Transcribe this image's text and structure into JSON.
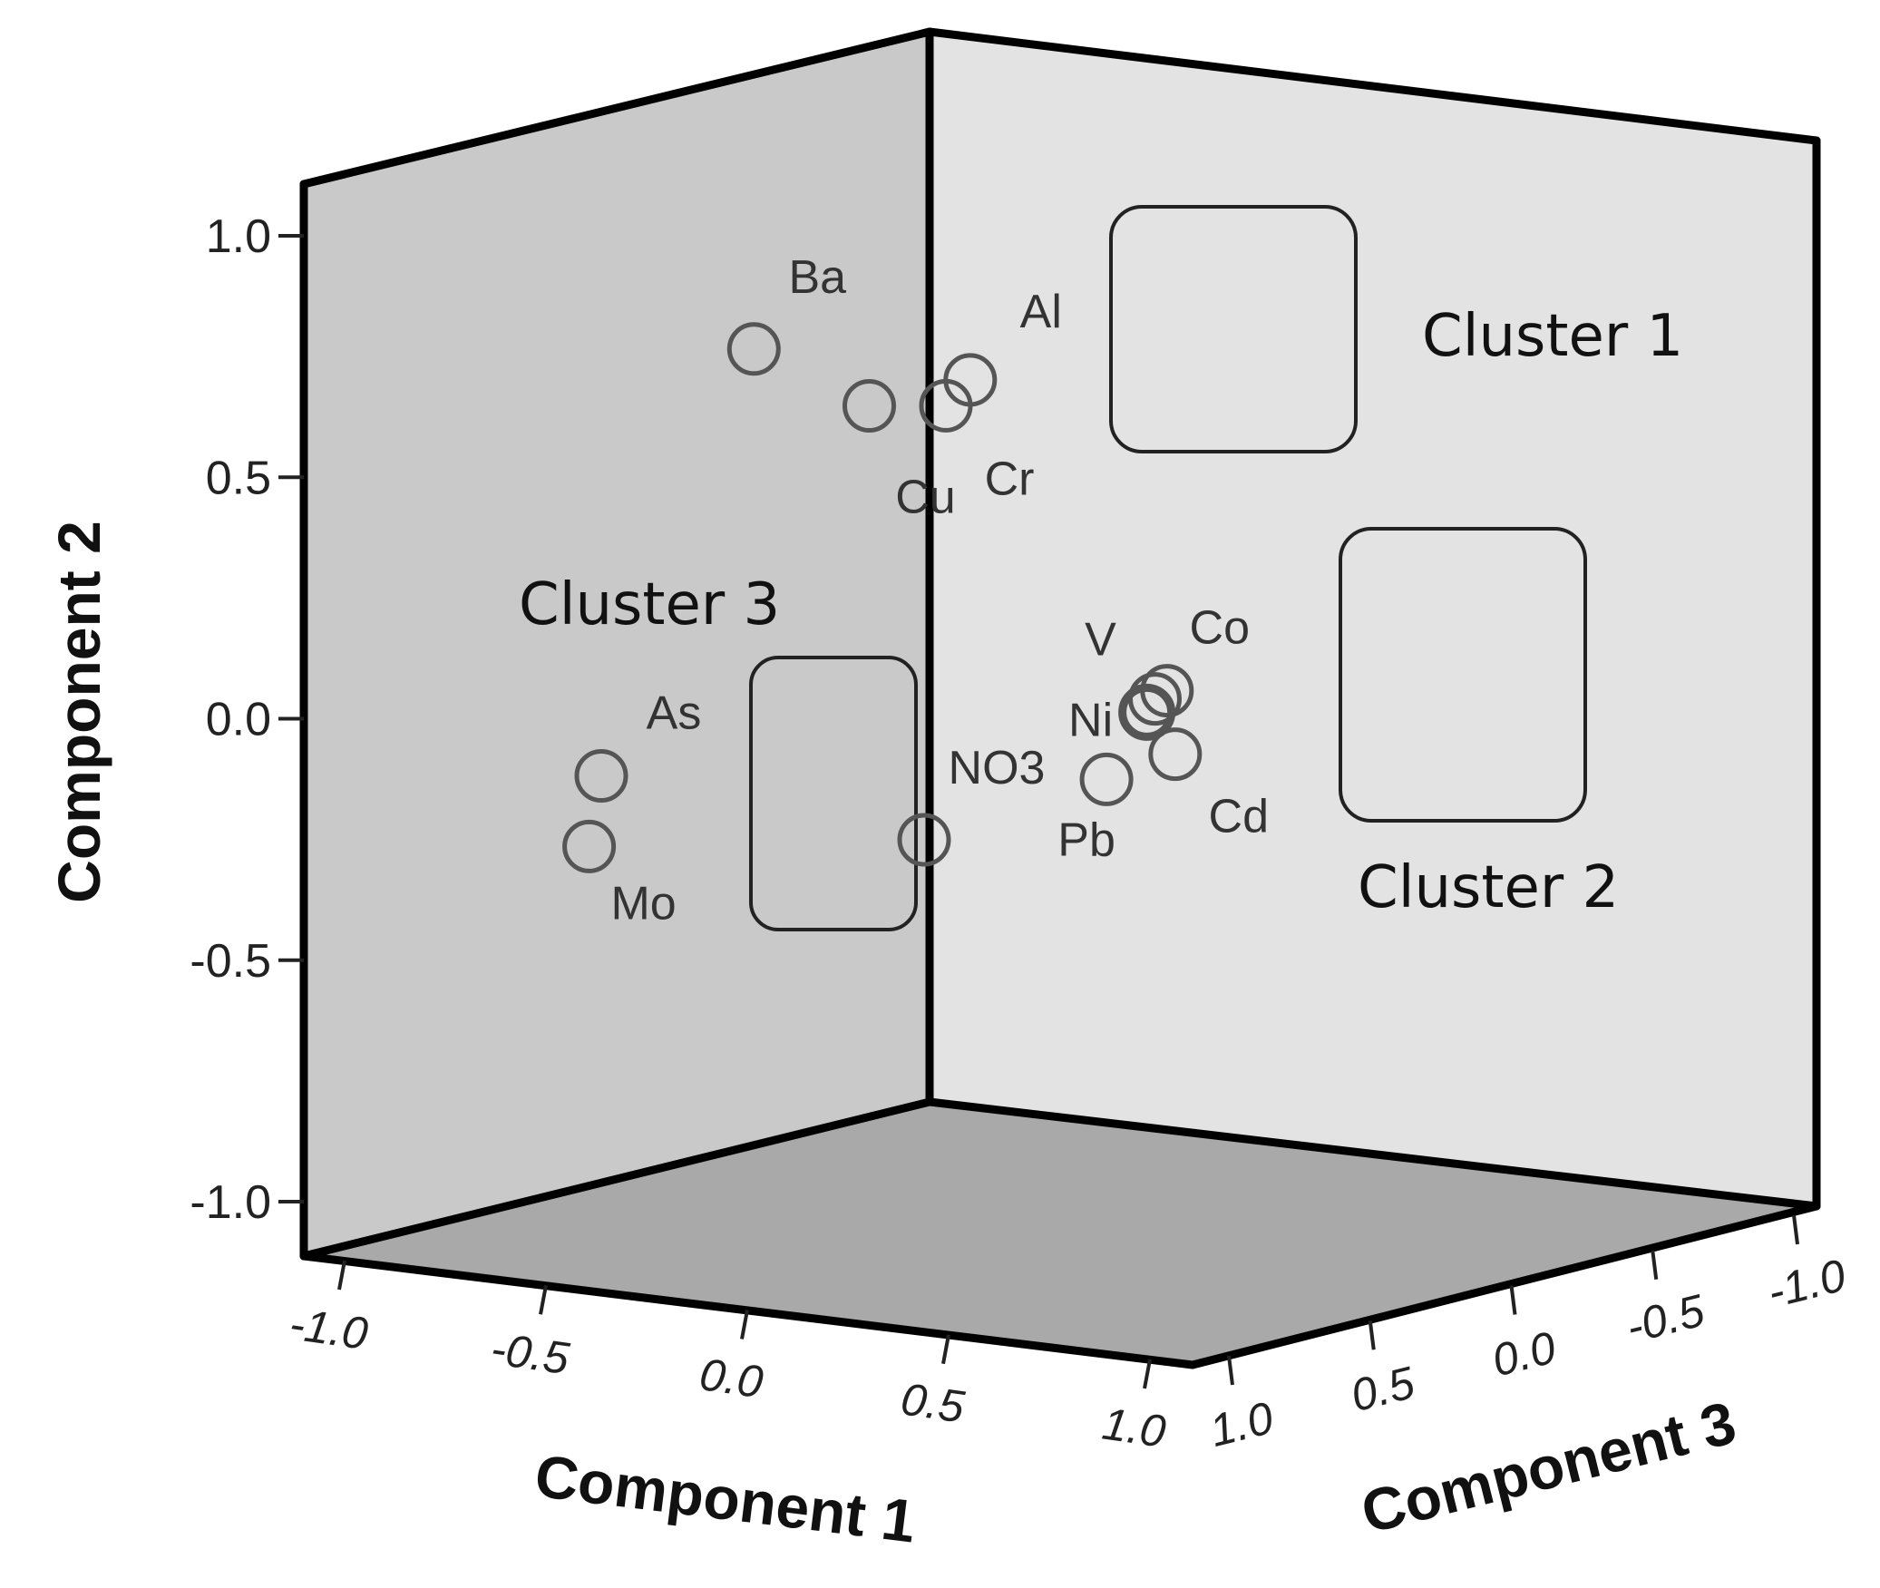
{
  "chart_data": {
    "type": "scatter",
    "projection": "3d",
    "xlabel": "Component 1",
    "ylabel": "Component 2",
    "zlabel": "Component 3",
    "xlim": [
      -1.0,
      1.0
    ],
    "ylim": [
      -1.0,
      1.0
    ],
    "zlim": [
      -1.0,
      1.0
    ],
    "x_ticks": [
      "-1.0",
      "-0.5",
      "0.0",
      "0.5",
      "1.0"
    ],
    "y_ticks": [
      "-1.0",
      "-0.5",
      "0.0",
      "0.5",
      "1.0"
    ],
    "z_ticks": [
      "1.0",
      "0.5",
      "0.0",
      "-0.5",
      "-1.0"
    ],
    "wall_colors": {
      "back_left": "#c9c9c9",
      "back_right": "#e3e3e3",
      "floor": "#a9a9a9",
      "frame": "#000000",
      "marker": "#555555"
    },
    "points": [
      {
        "label": "Ba",
        "x": 0.05,
        "y": 0.9,
        "z": 0.8
      },
      {
        "label": "Al",
        "x": 0.55,
        "y": 0.88,
        "z": 0.75
      },
      {
        "label": "Cr",
        "x": 0.49,
        "y": 0.82,
        "z": 0.75
      },
      {
        "label": "Cu",
        "x": 0.3,
        "y": 0.8,
        "z": 0.75
      },
      {
        "label": "V",
        "x": 0.9,
        "y": 0.23,
        "z": 0.6
      },
      {
        "label": "Co",
        "x": 0.93,
        "y": 0.25,
        "z": 0.6
      },
      {
        "label": "Ni",
        "x": 0.88,
        "y": 0.2,
        "z": 0.6
      },
      {
        "label": "Cd",
        "x": 0.95,
        "y": 0.12,
        "z": 0.6
      },
      {
        "label": "Pb",
        "x": 0.78,
        "y": 0.05,
        "z": 0.6
      },
      {
        "label": "NO3",
        "x": 0.4,
        "y": -0.1,
        "z": 0.7
      },
      {
        "label": "As",
        "x": -0.4,
        "y": -0.05,
        "z": 0.7
      },
      {
        "label": "Mo",
        "x": -0.43,
        "y": -0.2,
        "z": 0.7
      }
    ],
    "clusters": [
      {
        "label": "Cluster 1",
        "members": [
          "Al",
          "Cr",
          "Cu"
        ]
      },
      {
        "label": "Cluster 2",
        "members": [
          "V",
          "Co",
          "Ni",
          "Cd",
          "Pb"
        ]
      },
      {
        "label": "Cluster 3",
        "members": [
          "As",
          "Mo"
        ]
      }
    ]
  }
}
